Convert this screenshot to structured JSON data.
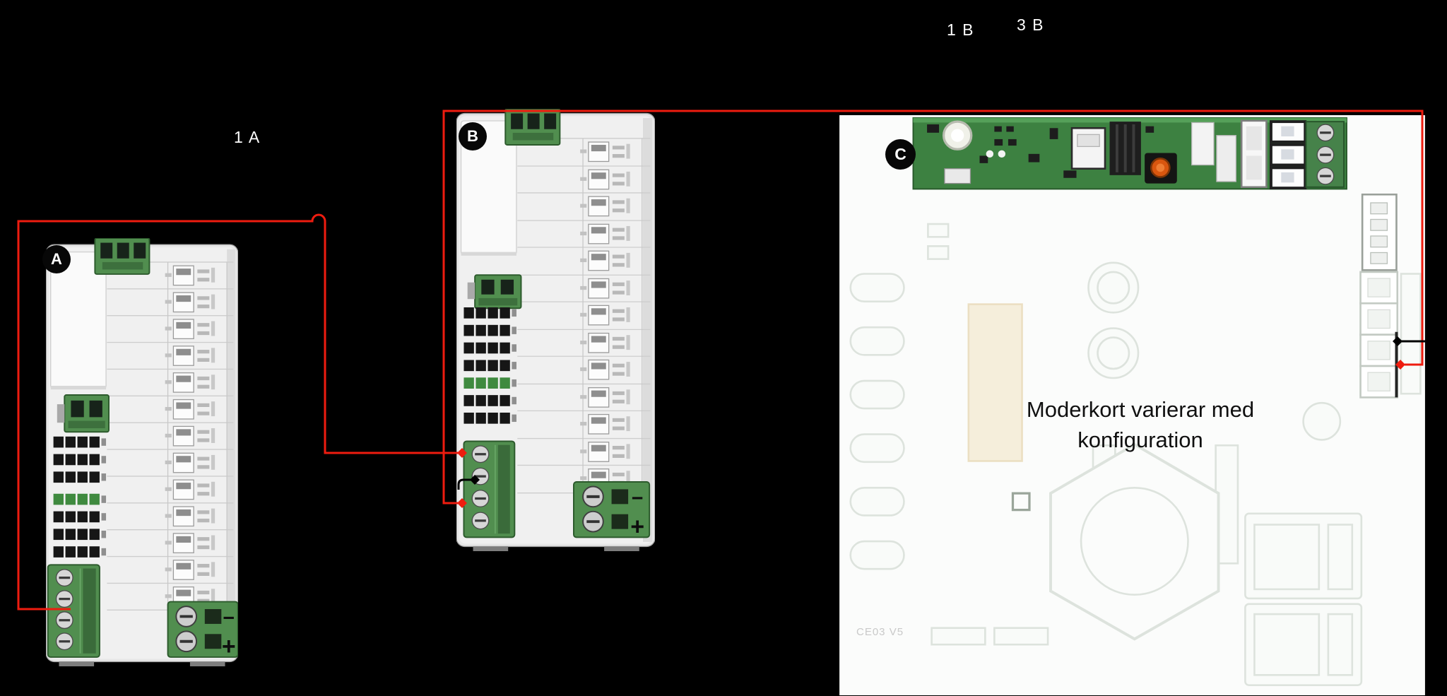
{
  "canvas_background": "#000000",
  "wire_labels": {
    "label_1a": "1 A",
    "label_1b": "1 B",
    "label_3b": "3 B"
  },
  "wires": {
    "positive_color": "#ee1c0f",
    "negative_color": "#000000"
  },
  "modules": {
    "a": {
      "badge": "A",
      "polarity_minus": "−",
      "polarity_plus": "+"
    },
    "b": {
      "badge": "B",
      "polarity_minus": "−",
      "polarity_plus": "+"
    },
    "c": {
      "badge": "C",
      "note_line1": "Moderkort varierar med",
      "note_line2": "konfiguration",
      "board_marking": "CE03 V5"
    }
  }
}
